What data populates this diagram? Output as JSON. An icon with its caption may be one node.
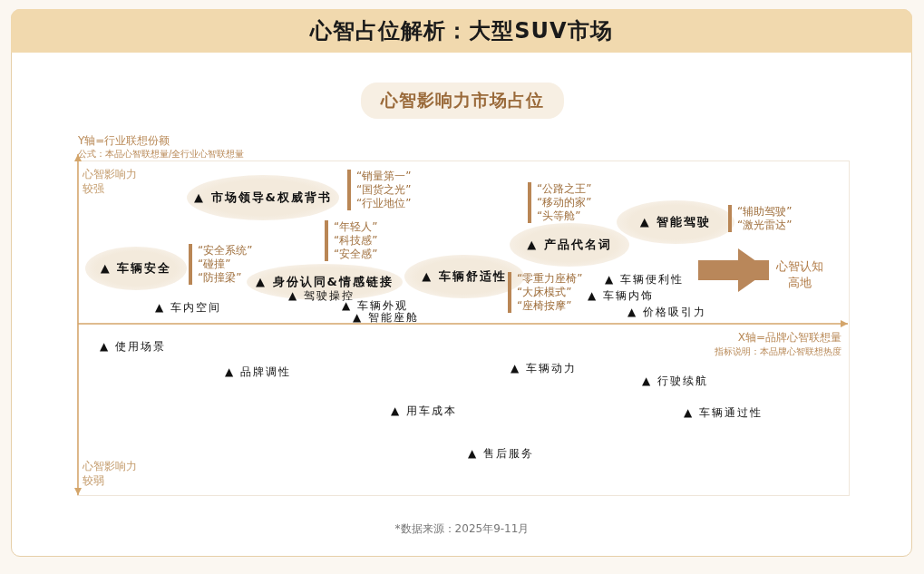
{
  "diagram": {
    "title": "心智占位解析：大型SUV市场",
    "nodes": [
      {
        "text": [
          "▲ 市场领导&权威背书"
        ],
        "beside": [
          "“销量第一”",
          "“国货之光”",
          "“行业地位”"
        ]
      },
      {
        "text": [
          "▲ 车辆安全"
        ],
        "beside": [
          "“安全系统”",
          "“碰撞”",
          "“防撞梁”"
        ]
      },
      {
        "text": [
          "▲ 身份认同&情感链接"
        ],
        "beside": [
          "“年轻人”",
          "“科技感”",
          "“安全感”"
        ]
      },
      {
        "text": [
          "▲ 车辆舒适性"
        ],
        "beside": [
          "“零重力座椅”",
          "“大床模式”",
          "“座椅按摩”"
        ]
      },
      {
        "text": [
          "▲ 产品代名词"
        ],
        "beside": [
          "“公路之王”",
          "“移动的家”",
          "“头等舱”"
        ]
      },
      {
        "text": [
          "▲ 智能驾驶"
        ],
        "beside": [
          "“辅助驾驶”",
          "“激光雷达”"
        ]
      },
      {
        "text": [
          "心智认知高地"
        ]
      }
    ],
    "edges": [
      {
        "from": null,
        "to": 6,
        "arrow": "to"
      }
    ],
    "labels": [
      "心智影响力市场占位",
      "Y轴=行业联想份额",
      "公式：本品心智联想量/全行业心智联想量",
      "心智影响力较强",
      "▲ 车内空间",
      "▲ 驾驶操控",
      "▲ 车辆外观",
      "▲ 智能座舱",
      "▲ 车辆便利性",
      "▲ 车辆内饰",
      "▲ 价格吸引力",
      "X轴=品牌心智联想量",
      "指标说明：本品牌心智联想热度",
      "▲ 使用场景",
      "▲ 品牌调性",
      "▲ 车辆动力",
      "▲ 行驶续航",
      "▲ 用车成本",
      "▲ 车辆通过性",
      "▲ 售后服务",
      "心智影响力较弱"
    ],
    "caption": "*数据来源：2025年9-11月"
  }
}
